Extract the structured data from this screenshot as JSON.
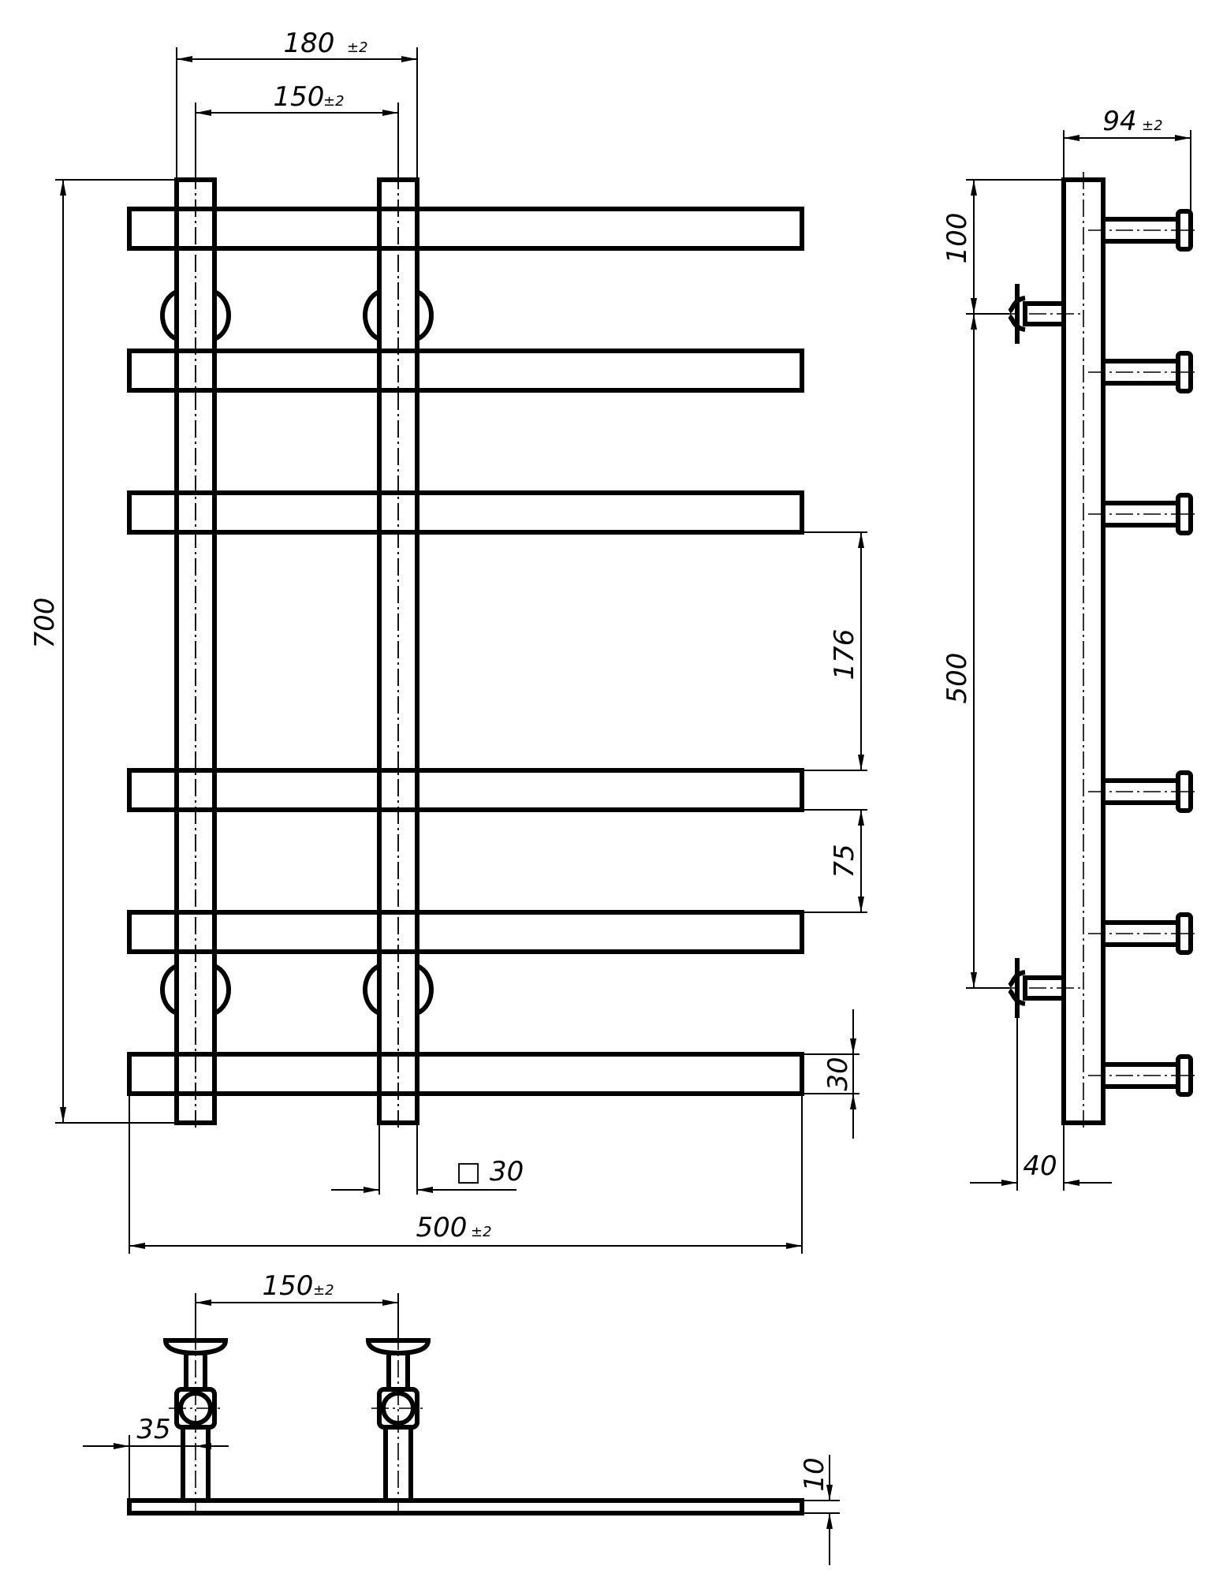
{
  "front_view": {
    "dim_top_outer": {
      "value": "180",
      "tol": "±2"
    },
    "dim_top_inner": {
      "value": "150",
      "tol": "±2"
    },
    "dim_height": {
      "value": "700"
    },
    "dim_gap_large": {
      "value": "176"
    },
    "dim_gap_small": {
      "value": "75"
    },
    "dim_bar_height": {
      "value": "30"
    },
    "dim_tube_section": {
      "value": "□ 30"
    },
    "dim_width": {
      "value": "500",
      "tol": "±2"
    }
  },
  "side_view": {
    "dim_depth": {
      "value": "94",
      "tol": "±2"
    },
    "dim_top_offset": {
      "value": "100"
    },
    "dim_connection_spacing": {
      "value": "500"
    },
    "dim_wall_offset": {
      "value": "40"
    }
  },
  "top_view": {
    "dim_center_distance": {
      "value": "150",
      "tol": "±2"
    },
    "dim_tube_offset": {
      "value": "35"
    },
    "dim_bar_thickness": {
      "value": "10"
    }
  }
}
